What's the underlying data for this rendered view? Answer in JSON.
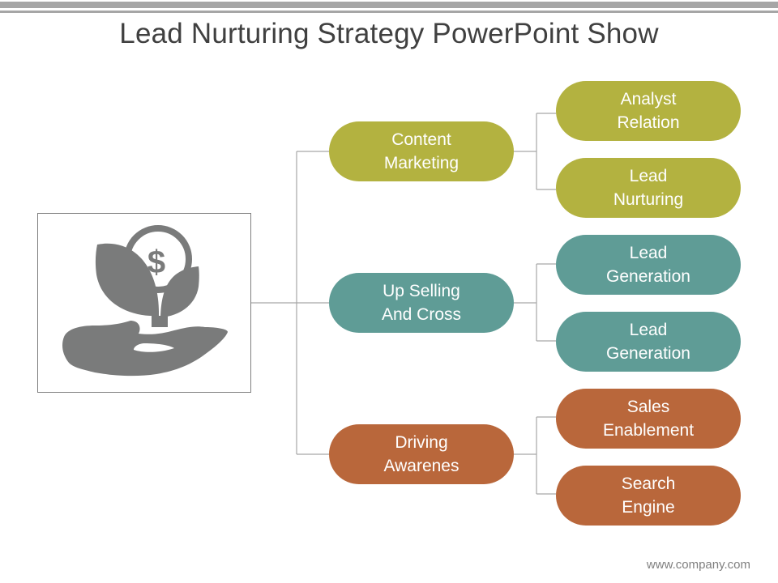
{
  "title": "Lead Nurturing Strategy PowerPoint Show",
  "footer": "www.company.com",
  "icon": "hand-holding-plant-with-dollar-coin-icon",
  "colors": {
    "olive": "#b3b240",
    "teal": "#5f9c96",
    "rust": "#b9673b",
    "icon_gray": "#7a7b7b",
    "connector": "#a6a6a6"
  },
  "branches": [
    {
      "line1": "Content",
      "line2": "Marketing",
      "color": "olive",
      "children": [
        {
          "line1": "Analyst",
          "line2": "Relation"
        },
        {
          "line1": "Lead",
          "line2": "Nurturing"
        }
      ]
    },
    {
      "line1": "Up Selling",
      "line2": "And Cross",
      "color": "teal",
      "children": [
        {
          "line1": "Lead",
          "line2": "Generation"
        },
        {
          "line1": "Lead",
          "line2": "Generation"
        }
      ]
    },
    {
      "line1": "Driving",
      "line2": "Awarenes",
      "color": "rust",
      "children": [
        {
          "line1": "Sales",
          "line2": "Enablement"
        },
        {
          "line1": "Search",
          "line2": "Engine"
        }
      ]
    }
  ]
}
